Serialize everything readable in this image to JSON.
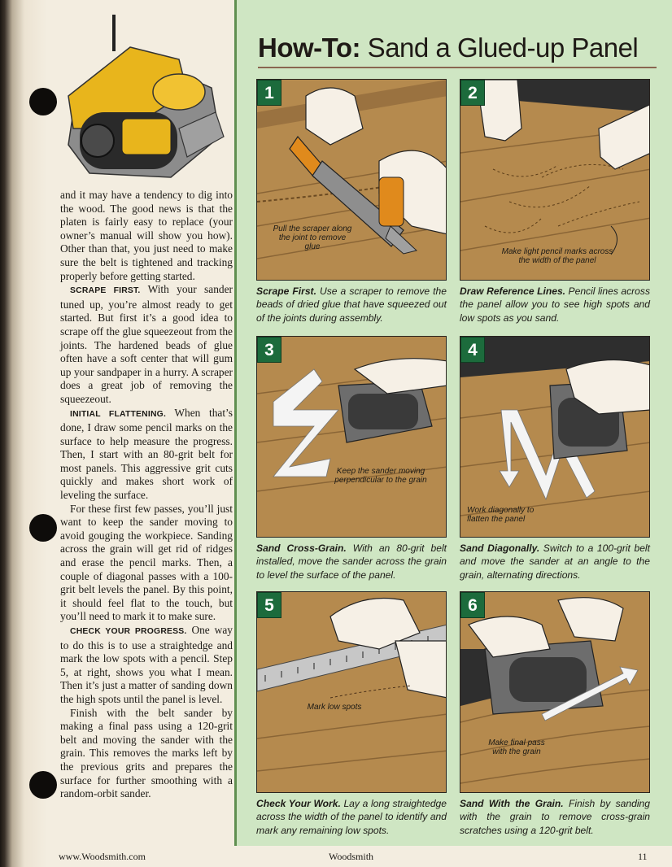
{
  "left": {
    "body": {
      "p1": "and it may have a tendency to dig into the wood. The good news is that the platen is fairly easy to replace (your owner’s manual will show you how). Other than that, you just need to make sure the belt is tightened and tracking properly before getting started.",
      "scrape_head": "SCRAPE FIRST.",
      "scrape_text": "With your sander tuned up, you’re almost ready to get started. But first it’s a good idea to scrape off the glue squeezeout from the joints. The hardened beads of glue often have a soft center that will gum up your sandpaper in a hurry. A scraper does a great job of removing the squeezeout.",
      "initial_head": "INITIAL FLATTENING.",
      "initial_text": "When that’s done, I draw some pencil marks on the surface to help measure the progress. Then, I start with an 80-grit belt for most panels. This aggressive grit cuts quickly and makes short work of leveling the surface.",
      "p_passes": "For these first few passes, you’ll just want to keep the sander moving to avoid gouging the workpiece. Sanding across the grain will get rid of ridges and erase the pencil marks. Then, a couple of diagonal passes with a 100-grit belt levels the panel. By this point, it should feel flat to the touch, but you’ll need to mark it to make sure.",
      "check_head": "CHECK YOUR PROGRESS.",
      "check_text": "One way to do this is to use a straightedge and mark the low spots with a pencil. Step 5, at right, shows you what I mean. Then it’s just a matter of sanding down the high spots until the panel is level.",
      "p_finish": "Finish with the belt sander by making a final pass using a 120-grit belt and moving the sander with the grain. This removes the marks left by the previous grits and prepares the surface for further smoothing with a random-orbit sander."
    }
  },
  "panel": {
    "title_bold": "How-To:",
    "title_rest": " Sand a Glued-up Panel",
    "steps": [
      {
        "num": "1",
        "callout": "Pull the scraper along the joint to remove glue",
        "cap_bold": "Scrape First.",
        "cap_text": " Use a scraper to remove the beads of dried glue that have squeezed out of the joints during assembly."
      },
      {
        "num": "2",
        "callout": "Make light pencil marks across the width of the panel",
        "cap_bold": "Draw Reference Lines.",
        "cap_text": " Pencil lines across the panel allow you to see high spots and low spots as you sand."
      },
      {
        "num": "3",
        "callout": "Keep the sander moving perpendicular to the grain",
        "cap_bold": "Sand Cross-Grain.",
        "cap_text": " With an 80-grit belt installed, move the sander across the grain to level the surface of the panel."
      },
      {
        "num": "4",
        "callout": "Work diagonally to flatten the panel",
        "cap_bold": "Sand Diagonally.",
        "cap_text": " Switch to a 100-grit belt and move the sander at an angle to the grain, alternating directions."
      },
      {
        "num": "5",
        "callout": "Mark low spots",
        "cap_bold": "Check Your Work.",
        "cap_text": " Lay a long straightedge across the width of the panel to identify and mark any remaining low spots."
      },
      {
        "num": "6",
        "callout": "Make final pass with the grain",
        "cap_bold": "Sand With the Grain.",
        "cap_text": " Finish by sanding with the grain to remove cross-grain scratches using a 120-grit belt."
      }
    ]
  },
  "footer": {
    "url": "www.Woodsmith.com",
    "magazine": "Woodsmith",
    "page": "11"
  },
  "colors": {
    "panel_bg": "#cfe6c3",
    "step_badge": "#1c6b3c",
    "title_rule": "#8a6650",
    "wood": "#b58a4e"
  }
}
